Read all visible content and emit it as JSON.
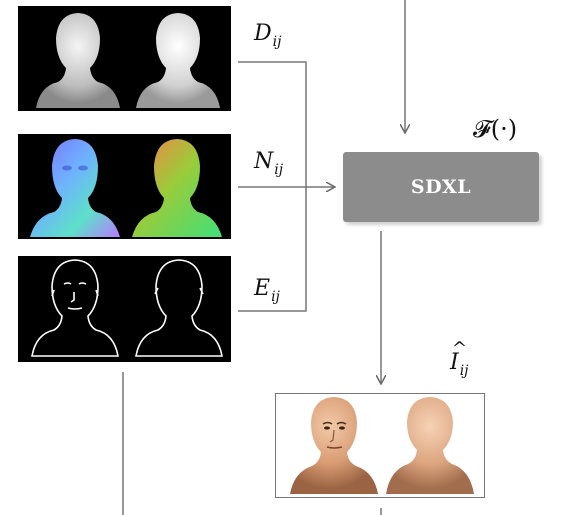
{
  "labels": {
    "depth": "D",
    "depth_sub": "ij",
    "normal": "N",
    "normal_sub": "ij",
    "edge": "E",
    "edge_sub": "ij",
    "function": "𝓕(·)",
    "output": "I",
    "output_sub": "ij"
  },
  "model": {
    "name": "SDXL"
  },
  "colors": {
    "sdxl_box": "#8c8c8c",
    "arrow": "#666666",
    "panel_background": "#000000",
    "skin": "#e0a57e"
  },
  "icons": [
    "depth-head-front-icon",
    "depth-head-back-icon",
    "normal-head-front-icon",
    "normal-head-back-icon",
    "edge-head-front-icon",
    "edge-head-back-icon",
    "output-head-front-icon",
    "output-head-back-icon"
  ]
}
